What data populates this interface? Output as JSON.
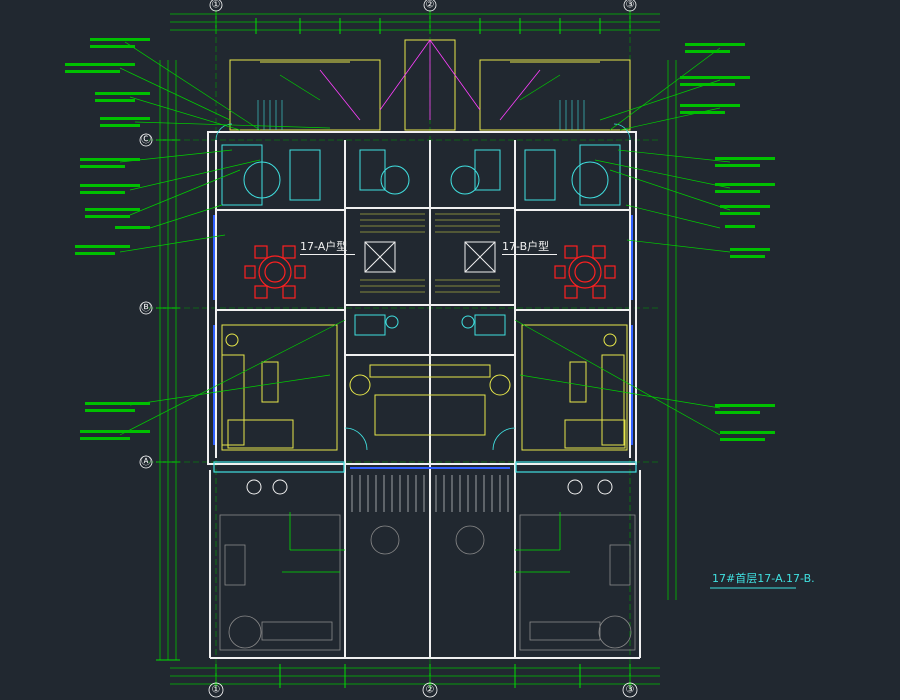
{
  "grid": {
    "columns": [
      "①",
      "②",
      "③"
    ],
    "rows": [
      "Ⓒ",
      "Ⓑ",
      "Ⓐ"
    ]
  },
  "units": {
    "unit_a": "17-A户型",
    "unit_b": "17-B户型"
  },
  "drawing_title": "17#首层17-A.17-B.",
  "colors": {
    "background": "#212830",
    "wall": "#ffffff",
    "dimension": "#00d000",
    "furniture": "#e6e64a",
    "dining": "#ff2020",
    "fixture": "#40e0e0",
    "accent": "#ff40ff",
    "window": "#3060ff"
  }
}
